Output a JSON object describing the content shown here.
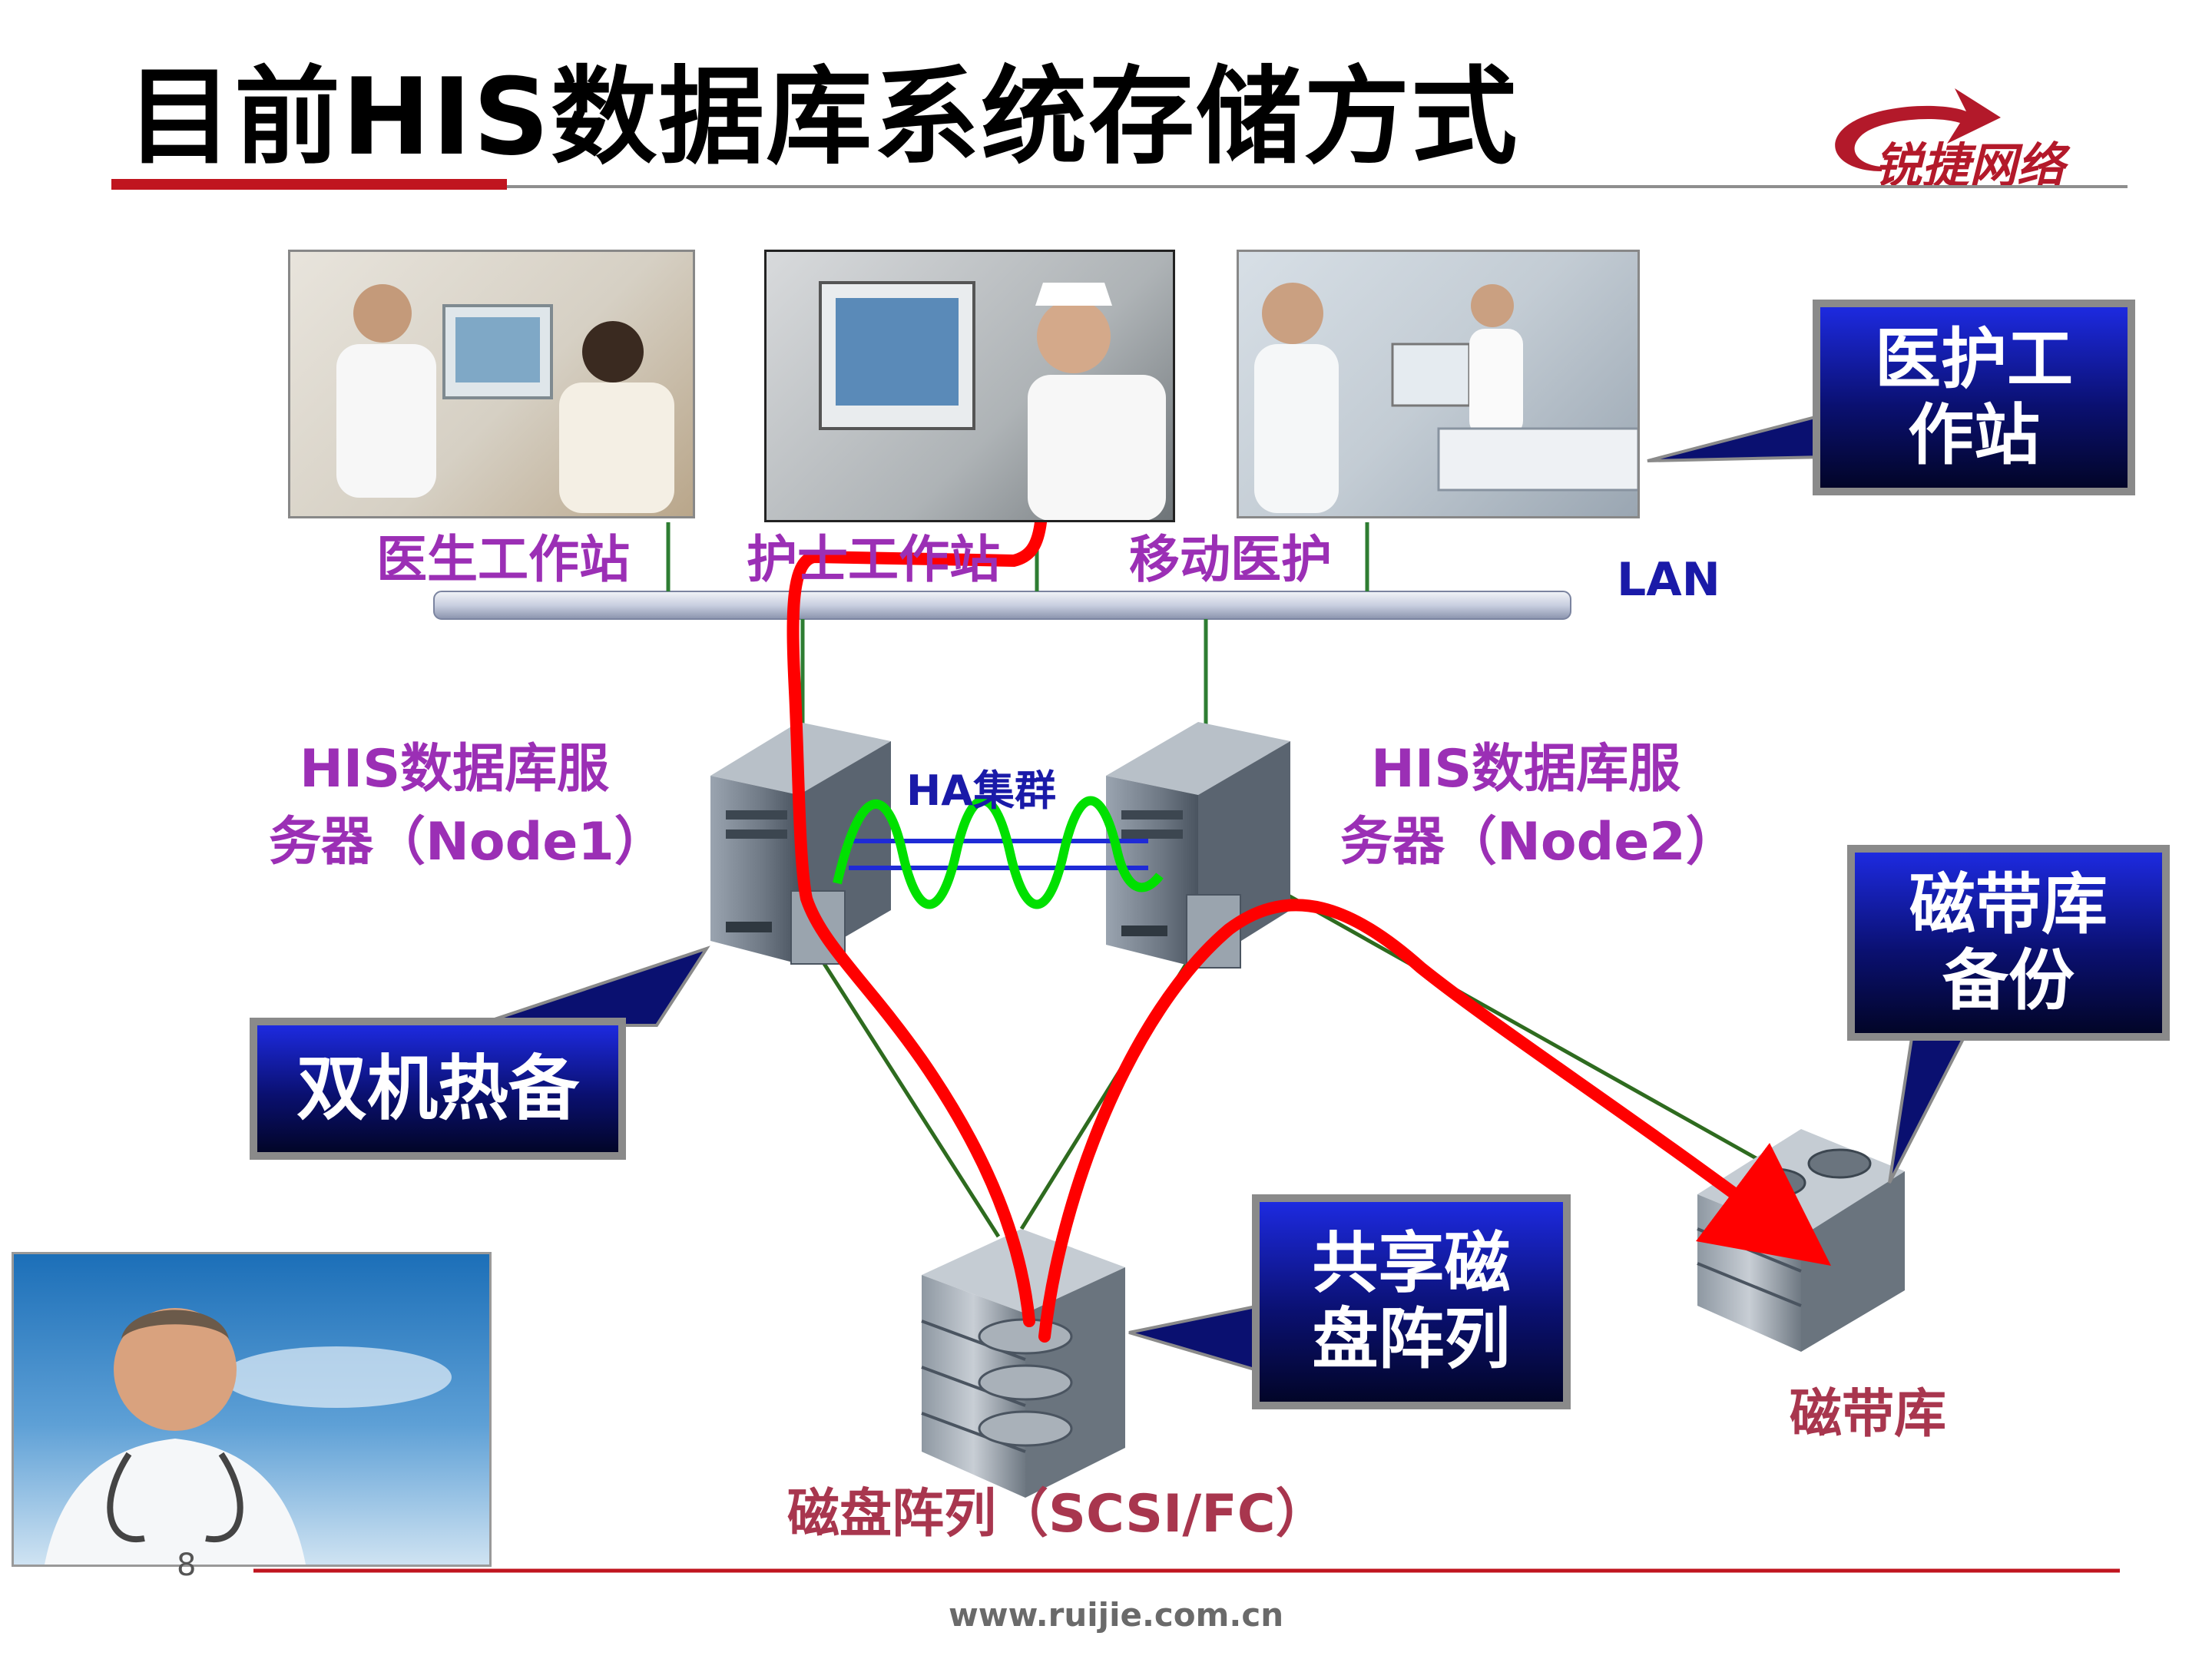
{
  "title": "目前HIS数据库系统存储方式",
  "logo": {
    "text": "锐捷网络"
  },
  "workstations": {
    "doctor": "医生工作站",
    "nurse": "护士工作站",
    "mobile": "移动医护"
  },
  "lan_label": "LAN",
  "servers": {
    "node1_line1": "HIS数据库服",
    "node1_line2": "务器（Node1）",
    "node2_line1": "HIS数据库服",
    "node2_line2": "务器（Node2）",
    "ha_label": "HA集群"
  },
  "callouts": {
    "medical_workstation": [
      "医护工",
      "作站"
    ],
    "dual_hot_standby": "双机热备",
    "shared_disk_array": [
      "共享磁",
      "盘阵列"
    ],
    "tape_backup": [
      "磁带库",
      "备份"
    ]
  },
  "storage": {
    "disk_array_label": "磁盘阵列（SCSI/FC）",
    "tape_library_label": "磁带库"
  },
  "footer": {
    "page_number": "8",
    "url": "www.ruijie.com.cn"
  },
  "colors": {
    "accent_red": "#c0151f",
    "label_purple": "#9b2fb5",
    "label_navy": "#1a1aa8",
    "callout_blue": "#0a1070"
  }
}
